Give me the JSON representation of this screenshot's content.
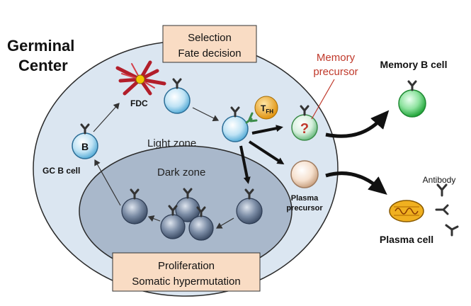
{
  "title": {
    "line1": "Germinal",
    "line2": "Center"
  },
  "boxes": {
    "selection": {
      "line1": "Selection",
      "line2": "Fate decision"
    },
    "proliferation": {
      "line1": "Proliferation",
      "line2": "Somatic hypermutation"
    }
  },
  "zones": {
    "light": "Light zone",
    "dark": "Dark zone"
  },
  "cells": {
    "fdc": "FDC",
    "b_letter": "B",
    "gc_b": "GC B cell",
    "tfh_main": "T",
    "tfh_sub": "FH",
    "question": "?",
    "memory_precursor": {
      "line1": "Memory",
      "line2": "precursor"
    },
    "plasma_precursor": {
      "line1": "Plasma",
      "line2": "precursor"
    },
    "memory_b": "Memory B cell",
    "plasma_cell": "Plasma cell",
    "antibody": "Antibody"
  },
  "colors": {
    "gc_fill": "#dbe6f1",
    "dark_zone_fill": "#a9b8cb",
    "box_fill": "#f9dcc4",
    "memory_label": "#c0392b",
    "memory_cell": "#35c24a",
    "tfh": "#f5a623",
    "fdc": "#b21e2a"
  }
}
